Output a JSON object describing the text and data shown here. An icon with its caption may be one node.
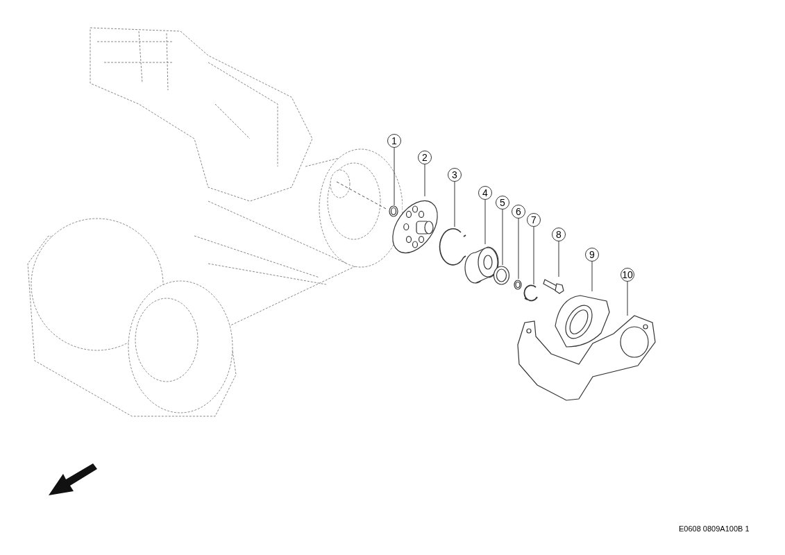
{
  "diagram": {
    "nodes": [
      {
        "text": [
          "1"
        ]
      },
      {
        "text": [
          "2"
        ]
      },
      {
        "text": [
          "3"
        ]
      },
      {
        "text": [
          "4"
        ]
      },
      {
        "text": [
          "5"
        ]
      },
      {
        "text": [
          "6"
        ]
      },
      {
        "text": [
          "7"
        ]
      },
      {
        "text": [
          "8"
        ]
      },
      {
        "text": [
          "9"
        ]
      },
      {
        "text": [
          "10"
        ]
      },
      {
        "text": [],
        "shape": "picture"
      },
      {
        "text": [],
        "shape": "picture"
      },
      {
        "text": [],
        "shape": "picture"
      },
      {
        "text": [],
        "shape": "picture"
      },
      {
        "text": [],
        "shape": "picture"
      },
      {
        "text": [],
        "shape": "picture"
      },
      {
        "text": [],
        "shape": "picture"
      },
      {
        "text": [],
        "shape": "picture"
      },
      {
        "text": [],
        "shape": "picture"
      },
      {
        "text": [],
        "shape": "picture"
      }
    ],
    "edges": [
      {
        "from": 0,
        "to": 10,
        "arrow": "none"
      },
      {
        "from": 1,
        "to": 11,
        "arrow": "none"
      },
      {
        "from": 2,
        "to": 12,
        "arrow": "none"
      },
      {
        "from": 3,
        "to": 13,
        "arrow": "none"
      },
      {
        "from": 4,
        "to": 14,
        "arrow": "none"
      },
      {
        "from": 5,
        "to": 15,
        "arrow": "none"
      },
      {
        "from": 6,
        "to": 16,
        "arrow": "none"
      },
      {
        "from": 7,
        "to": 17,
        "arrow": "none"
      },
      {
        "from": 8,
        "to": 18,
        "arrow": "none"
      },
      {
        "from": 9,
        "to": 19,
        "arrow": "none"
      }
    ],
    "labels": [
      "E0608 0809A100B 1"
    ]
  }
}
